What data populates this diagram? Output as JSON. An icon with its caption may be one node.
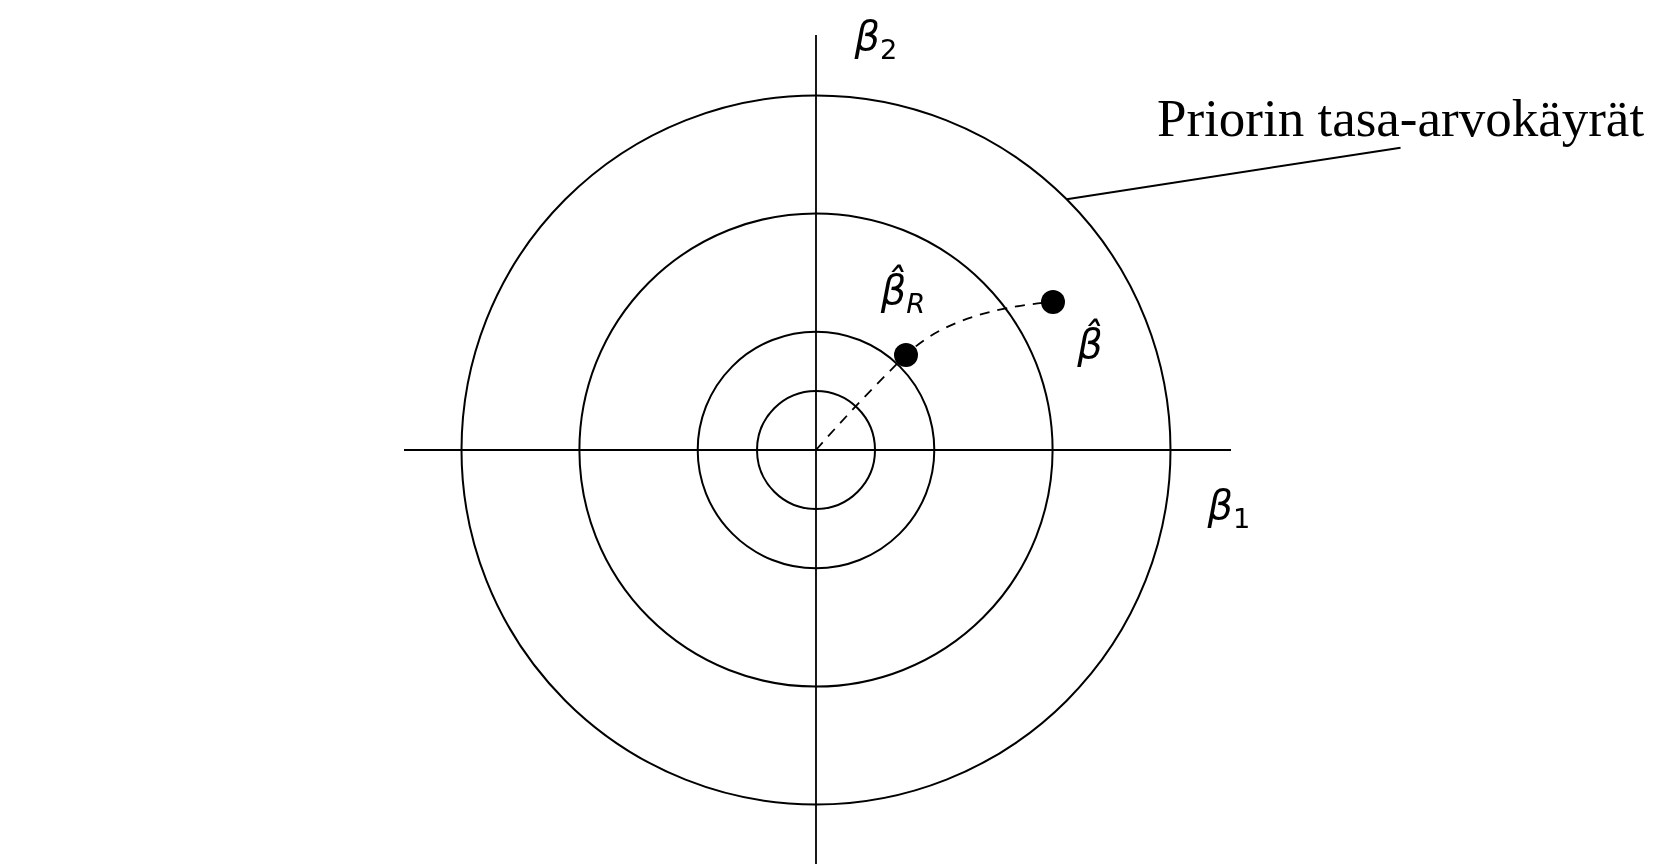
{
  "diagram": {
    "nodes": [
      {
        "text": [
          "Priorin tasa-arvokäyrät"
        ]
      },
      {
        "text": [],
        "shape": "circle"
      }
    ],
    "edges": [
      {
        "from": 0,
        "to": 1,
        "arrow": "none"
      }
    ],
    "labels": [
      "β$_{2}$",
      "β̂$_{R}$",
      "β̂",
      "β$_{1}$"
    ]
  }
}
